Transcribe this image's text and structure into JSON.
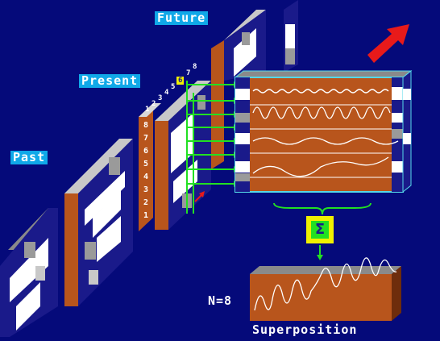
{
  "labels": {
    "future": "Future",
    "present": "Present",
    "past": "Past",
    "n_count": "N=8",
    "superposition": "Superposition",
    "sigma": "Σ"
  },
  "layer_numbers": [
    "8",
    "7",
    "6",
    "5",
    "4",
    "3",
    "2",
    "1"
  ],
  "diagonal_numbers": [
    "1",
    "2",
    "3",
    "4",
    "5",
    "6",
    "7",
    "8"
  ],
  "colors": {
    "background": "#050a7a",
    "label_bg": "#10a8e8",
    "wave_panel": "#b8551c",
    "wave_panel_dark": "#6e2d0c",
    "connector_green": "#22e022",
    "arrow_red": "#e81a1a",
    "sigma_box": "#f0f000",
    "cube_frame": "#55d8e8"
  }
}
